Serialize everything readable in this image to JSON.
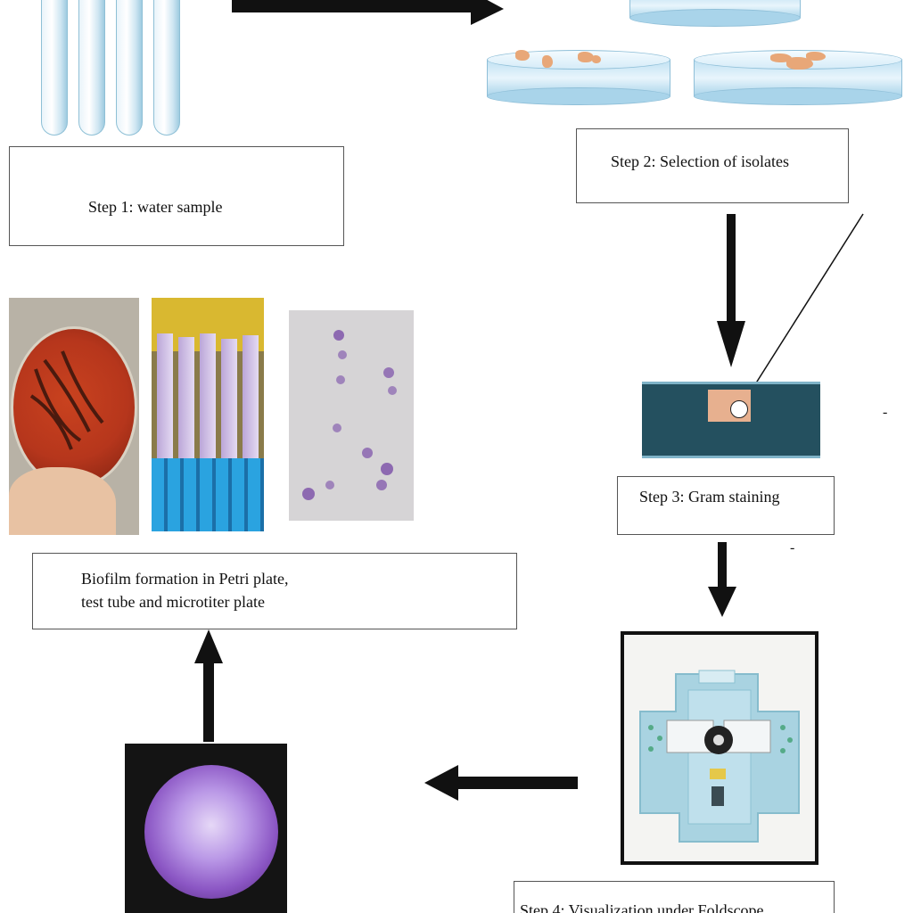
{
  "steps": {
    "step1": "Step 1: water sample",
    "step2": "Step 2: Selection of isolates",
    "step3": "Step 3: Gram staining",
    "step4": "Step 4: Visualization under Foldscope",
    "biofilm_line1": "Biofilm formation in Petri plate,",
    "biofilm_line2": "test tube and microtiter plate"
  },
  "stray_marks": [
    "-",
    "-"
  ],
  "colors": {
    "arrow": "#111111",
    "box_border": "#555555",
    "slide_blue": "#24505f",
    "stain_purple": "#8b56c4",
    "agar_red": "#b6361c",
    "rack_blue": "#2aa3e0"
  }
}
